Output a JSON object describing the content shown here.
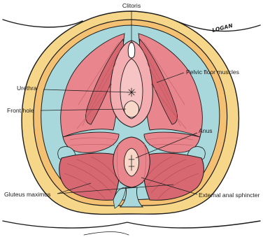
{
  "figure": {
    "signature": "LOGAN",
    "labels": {
      "clitoris": "Clitoris",
      "pelvic_floor_muscles": "Pelvic floor muscles",
      "urethra": "Urethra",
      "front_hole": "Front hole",
      "anus": "Anus",
      "external_anal_sphincter": "External anal sphincter",
      "gluteus_maximus": "Gluteus maximus"
    },
    "colors": {
      "skin_outer": "#f6d689",
      "fat_ring": "#f4c173",
      "cavity": "#a8d8db",
      "muscle": "#e8858d",
      "muscle_light": "#f3adb1",
      "muscle_dark": "#d76872",
      "vulva_inner": "#f6c4c4",
      "anus_center": "#f8d7c9",
      "outline": "#1b1b1b"
    }
  }
}
